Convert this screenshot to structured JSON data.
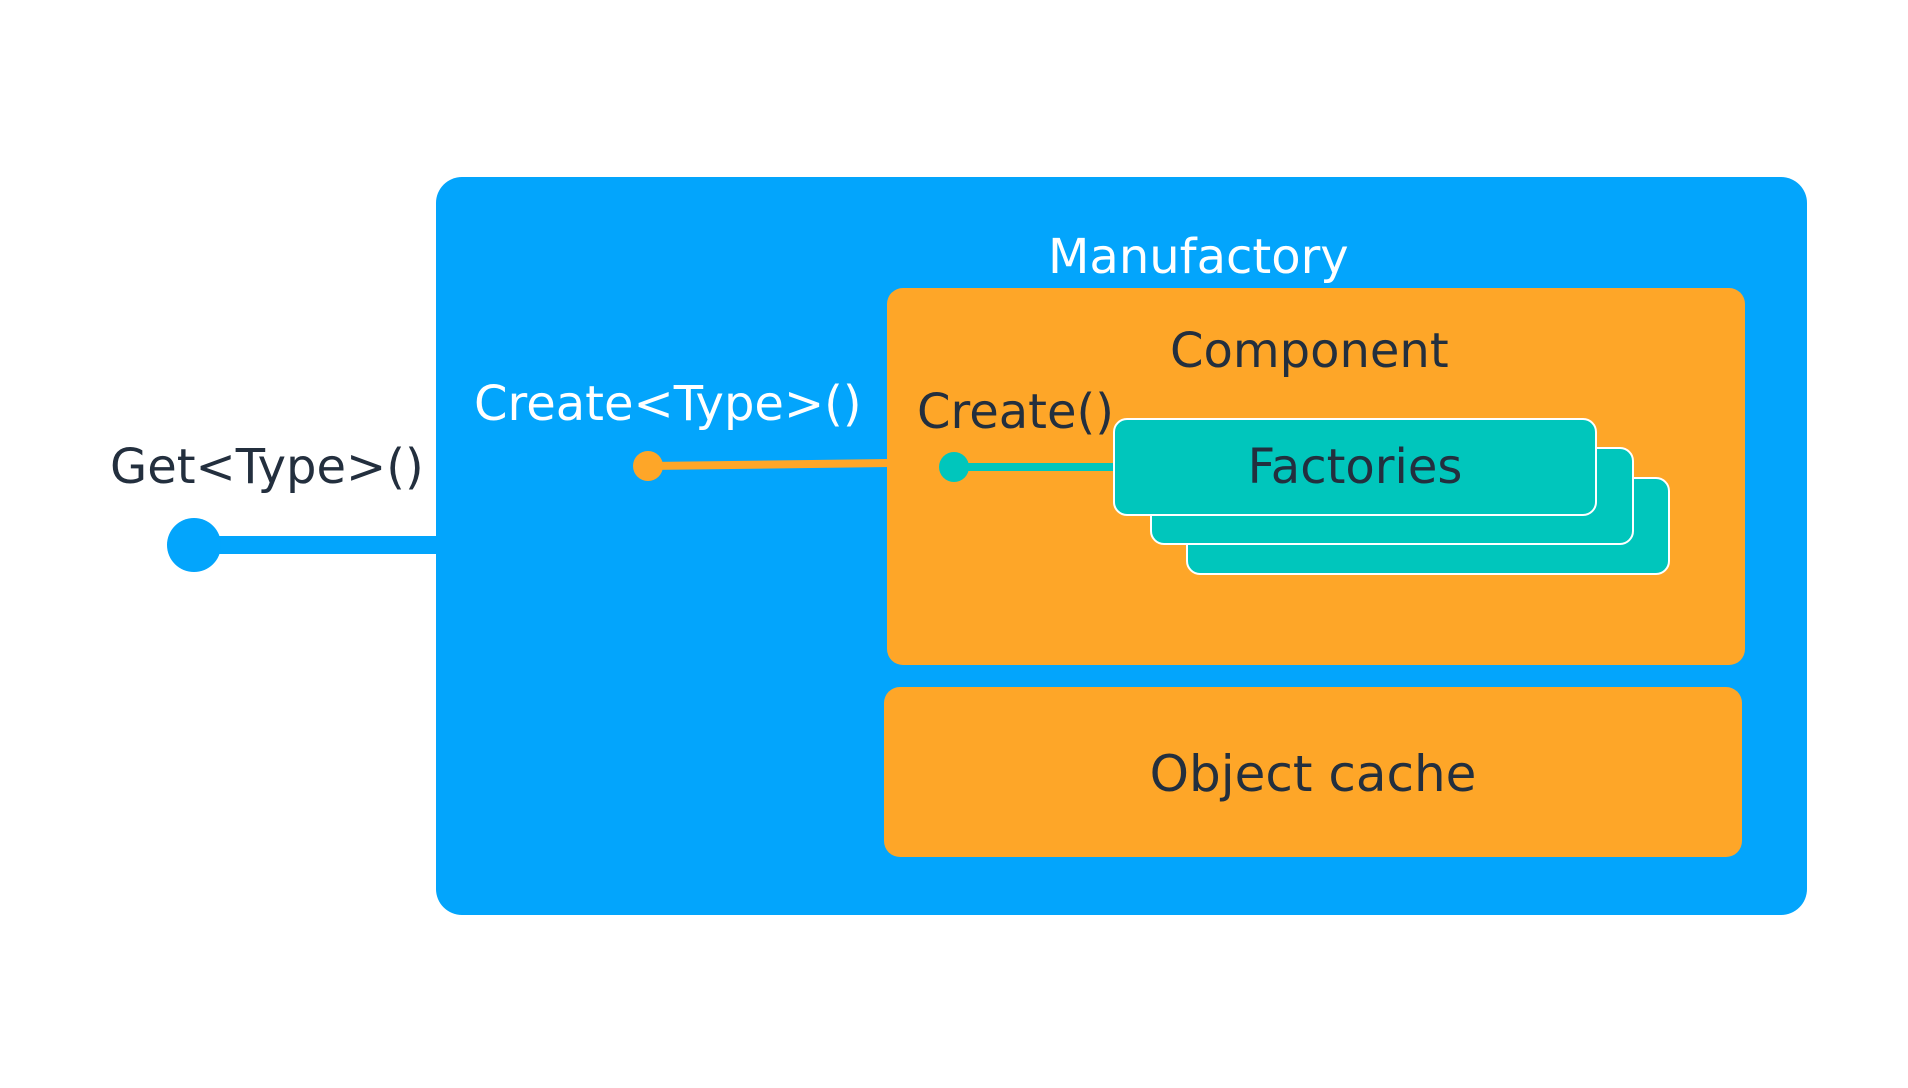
{
  "colors": {
    "blue": "#03a5fc",
    "orange": "#fea628",
    "teal": "#00c6bc",
    "dark_text": "#232f3e",
    "white_text": "#ffffff",
    "background": "#ffffff"
  },
  "labels": {
    "get_type": "Get<Type>()",
    "create_type": "Create<Type>()",
    "manufactory": "Manufactory",
    "component": "Component",
    "create": "Create()",
    "factories": "Factories",
    "object_cache": "Object cache"
  }
}
